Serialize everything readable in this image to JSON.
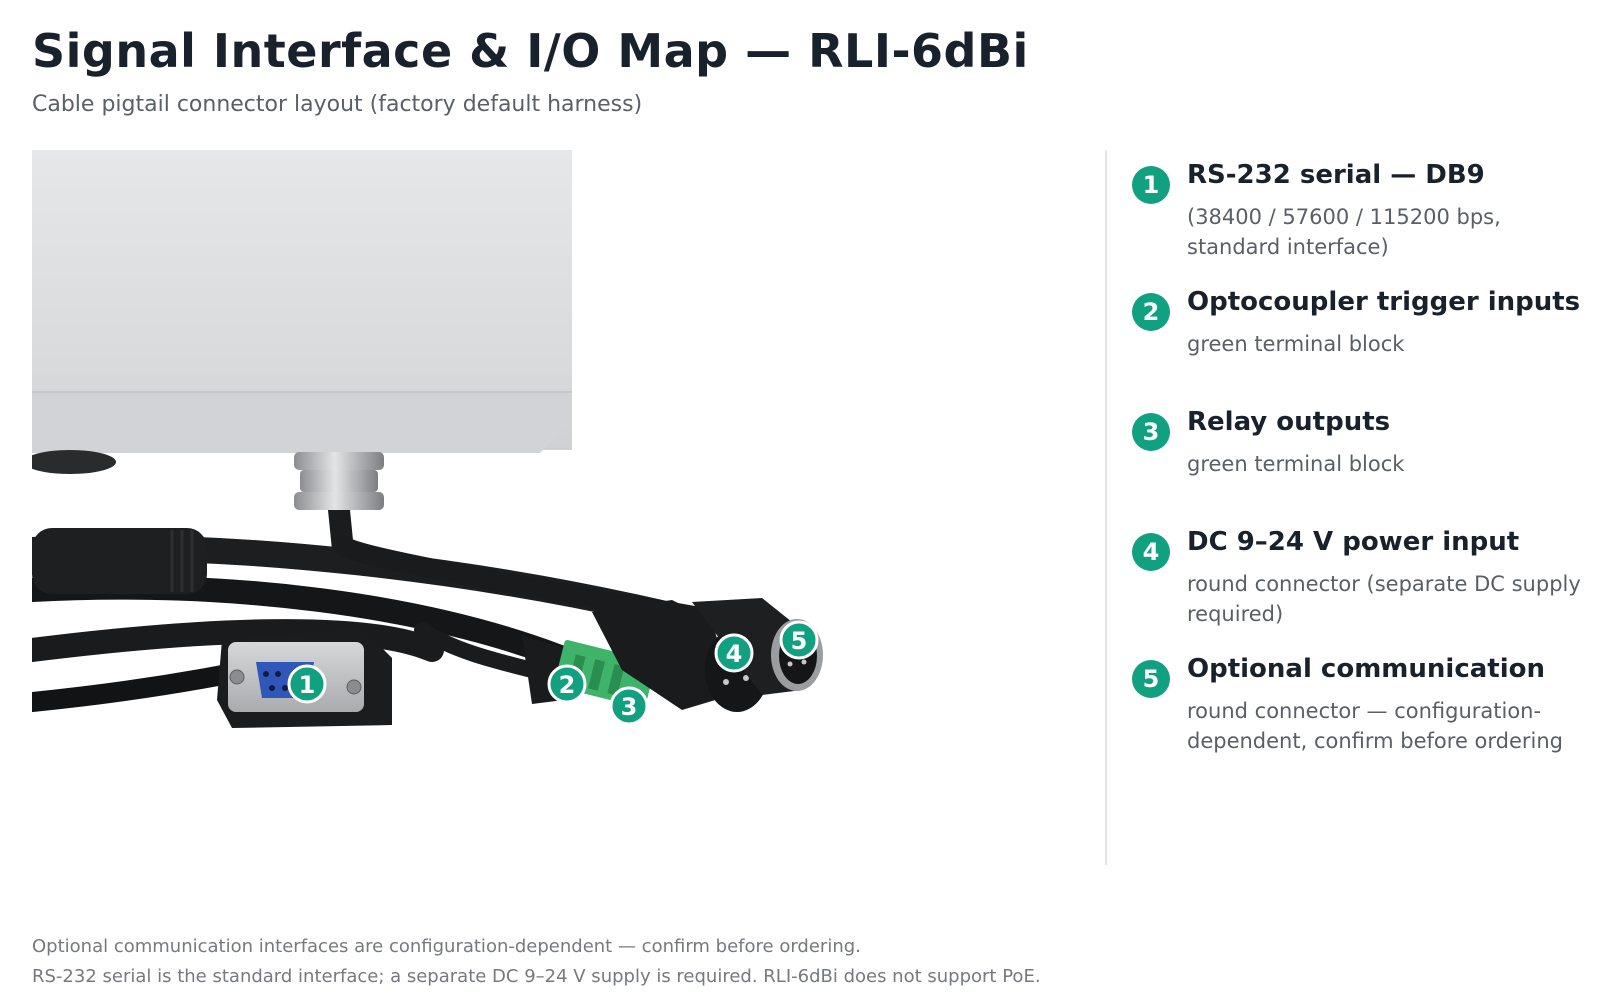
{
  "header": {
    "title": "Signal Interface & I/O Map — RLI-6dBi",
    "subtitle": "Cable pigtail connector layout (factory default harness)"
  },
  "legend": [
    {
      "number": "1",
      "title": "RS-232 serial — DB9",
      "description": "(38400 / 57600 / 115200 bps, standard interface)"
    },
    {
      "number": "2",
      "title": "Optocoupler trigger inputs",
      "description": "green terminal block"
    },
    {
      "number": "3",
      "title": "Relay outputs",
      "description": "green terminal block"
    },
    {
      "number": "4",
      "title": "DC 9–24 V power input",
      "description": "round connector (separate DC supply required)"
    },
    {
      "number": "5",
      "title": "Optional communication",
      "description": "round connector — configuration-dependent, confirm before ordering"
    }
  ],
  "callouts": [
    "1",
    "2",
    "3",
    "4",
    "5"
  ],
  "footnotes": [
    "Optional communication interfaces are configuration-dependent — confirm before ordering.",
    "RS-232 serial is the standard interface; a separate DC 9–24 V supply is required. RLI-6dBi does not support PoE."
  ],
  "colors": {
    "accent": "#12a180",
    "title": "#19212d",
    "muted": "#5a5f66",
    "terminal": "#3fb36a",
    "db9_insert": "#2f56b8"
  }
}
